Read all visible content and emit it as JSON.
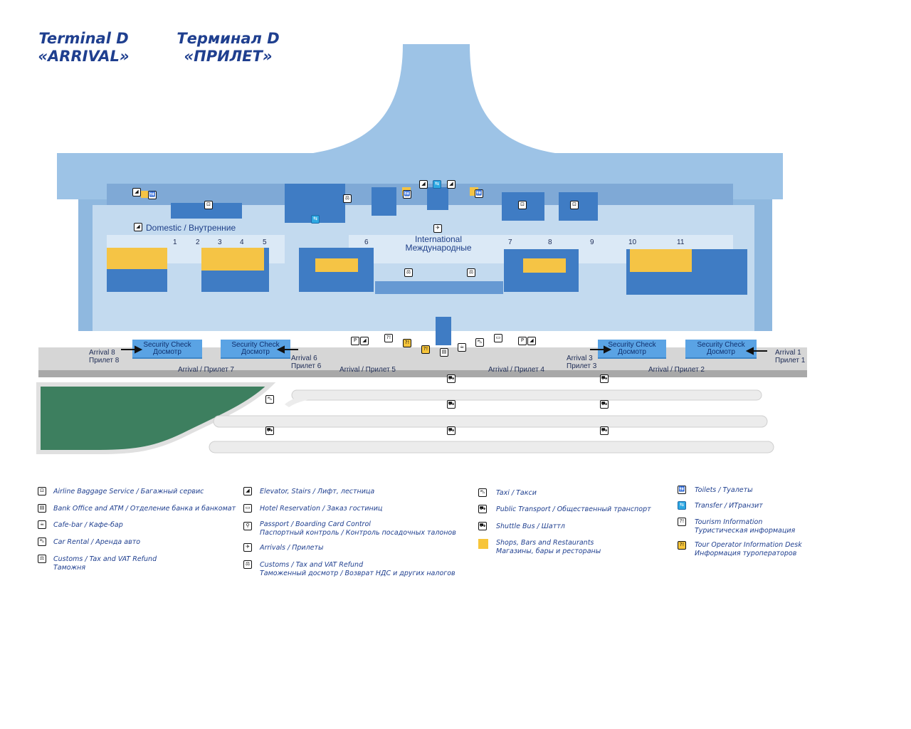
{
  "title_en": {
    "line1": "Terminal D",
    "line2": "«ARRIVAL»"
  },
  "title_ru": {
    "line1": "Терминал D",
    "line2": "«ПРИЛЕТ»"
  },
  "colors": {
    "building": "#9dc3e6",
    "hall": "#c5dcf0",
    "block": "#3f7cc4",
    "shop": "#f5c445",
    "grass": "#3d7f5f",
    "road": "#ececec"
  },
  "zones": {
    "domestic": "Domestic / Внутренние",
    "international_en": "International",
    "international_ru": "Международные"
  },
  "gates": [
    "1",
    "2",
    "3",
    "4",
    "5",
    "6",
    "7",
    "8",
    "9",
    "10",
    "11"
  ],
  "security": {
    "line1": "Security Check",
    "line2": "Досмотр"
  },
  "arrivals": {
    "a8_en": "Arrival 8",
    "a8_ru": "Прилет 8",
    "a7": "Arrival / Прилет 7",
    "a6_en": "Arrival 6",
    "a6_ru": "Прилет 6",
    "a5": "Arrival / Прилет 5",
    "a4": "Arrival / Прилет 4",
    "a3_en": "Arrival 3",
    "a3_ru": "Прилет 3",
    "a2": "Arrival / Прилет 2",
    "a1_en": "Arrival 1",
    "a1_ru": "Прилет 1"
  },
  "legend": {
    "baggage": "Airline Baggage Service  /  Багажный сервис",
    "bank": "Bank Office and ATM  /  Отделение банка и банкомат",
    "cafe": "Cafe-bar  /  Кафе-бар",
    "car": "Car Rental  /  Аренда авто",
    "customs1_l1": "Customs / Tax and VAT Refund",
    "customs1_l2": "Таможня",
    "elevator": "Elevator, Stairs  /  Лифт, лестница",
    "hotel": "Hotel Reservation  /  Заказ гостиниц",
    "passport_l1": "Passport / Boarding Card Control",
    "passport_l2": "Паспортный контроль / Контроль посадочных талонов",
    "arrivals": "Arrivals /  Прилеты",
    "customs2_l1": "Customs / Tax and VAT Refund",
    "customs2_l2": "Таможенный досмотр / Возврат НДС и других налогов",
    "taxi": "Taxi  /  Такси",
    "public": "Public Transport  /  Общественный транспорт",
    "shuttle": "Shuttle Bus   /  Шаттл",
    "shops_l1": "Shops, Bars and Restaurants",
    "shops_l2": "Магазины, бары и рестораны",
    "toilets": "Toilets   /  Туалеты",
    "transfer": "Transfer   /  ИТранзит",
    "tourism_l1": "Tourism Information",
    "tourism_l2": "Туристическая информация",
    "touroperator_l1": "Tour Operator Information Desk",
    "touroperator_l2": "Информация туроператоров"
  }
}
